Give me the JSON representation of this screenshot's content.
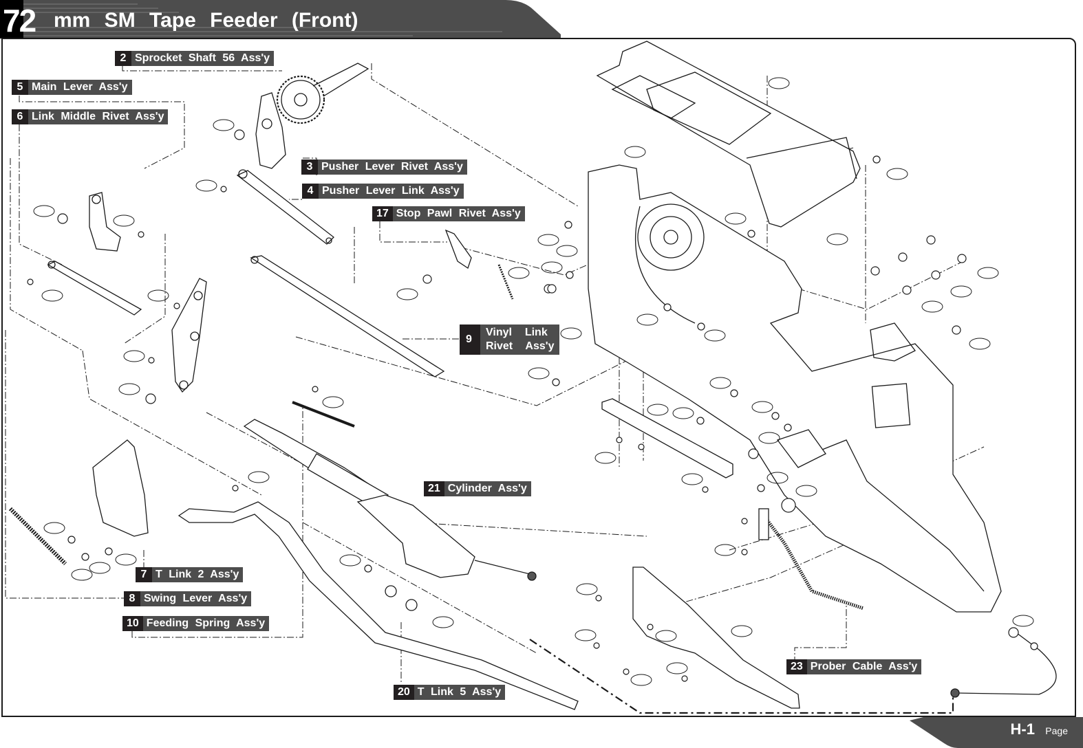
{
  "header": {
    "number": "72",
    "title": "mm  SM  Tape  Feeder  (Front)"
  },
  "footer": {
    "page_id": "H-1",
    "page_word": "Page"
  },
  "colors": {
    "header_bg": "#4d4d4d",
    "number_bg": "#231f20",
    "label_bg": "#4d4d4d",
    "line": "#1a1a1a"
  },
  "callouts": [
    {
      "no": "2",
      "text": "Sprocket  Shaft  56  Ass'y"
    },
    {
      "no": "5",
      "text": "Main  Lever  Ass'y"
    },
    {
      "no": "6",
      "text": "Link  Middle  Rivet  Ass'y"
    },
    {
      "no": "3",
      "text": "Pusher  Lever  Rivet  Ass'y"
    },
    {
      "no": "4",
      "text": "Pusher  Lever  Link  Ass'y"
    },
    {
      "no": "17",
      "text": "Stop  Pawl  Rivet  Ass'y"
    },
    {
      "no": "9",
      "text": "Vinyl  Link\nRivet  Ass'y"
    },
    {
      "no": "21",
      "text": "Cylinder  Ass'y"
    },
    {
      "no": "7",
      "text": "T  Link  2  Ass'y"
    },
    {
      "no": "8",
      "text": "Swing  Lever  Ass'y"
    },
    {
      "no": "10",
      "text": "Feeding  Spring  Ass'y"
    },
    {
      "no": "20",
      "text": "T  Link  5  Ass'y"
    },
    {
      "no": "23",
      "text": "Prober  Cable  Ass'y"
    }
  ]
}
